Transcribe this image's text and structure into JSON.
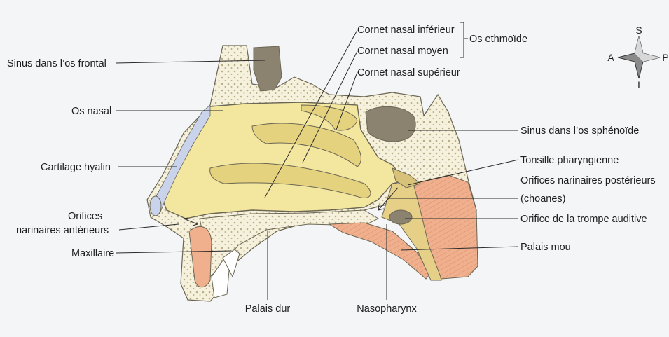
{
  "labels": {
    "sinus_frontal": "Sinus dans l’os frontal",
    "os_nasal": "Os nasal",
    "cartilage_hyalin": "Cartilage hyalin",
    "orifices_ant_1": "Orifices",
    "orifices_ant_2": "narinaires antérieurs",
    "maxillaire": "Maxillaire",
    "palais_dur": "Palais dur",
    "nasopharynx": "Nasopharynx",
    "cornet_inferieur": "Cornet nasal inférieur",
    "cornet_moyen": "Cornet nasal moyen",
    "os_ethmoide": "Os ethmoïde",
    "cornet_superieur": "Cornet nasal supérieur",
    "sinus_sphenoide": "Sinus dans l’os sphénoïde",
    "tonsille": "Tonsille pharyngienne",
    "orifices_post_1": "Orifices narinaires postérieurs",
    "orifices_post_2": "(choanes)",
    "trompe": "Orifice de la trompe auditive",
    "palais_mou": "Palais mou"
  },
  "compass": {
    "north": "S",
    "south": "I",
    "west": "A",
    "east": "P"
  },
  "colors": {
    "cavity": "#f3e7a0",
    "cavity_dark": "#e4d27e",
    "bone": "#f6f1dc",
    "bone_dots": "#b9b08a",
    "cartilage": "#c9d3ec",
    "sinus_dark": "#8b8370",
    "muscle": "#f0b08e",
    "muscle_dark": "#d88c68",
    "pharynx": "#e6cf86",
    "outline": "#6b6654"
  }
}
